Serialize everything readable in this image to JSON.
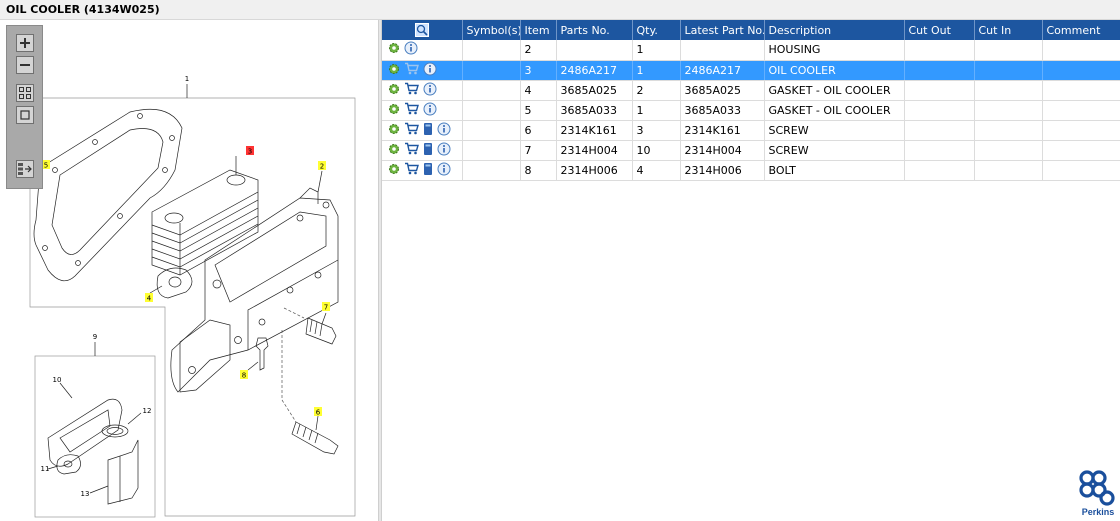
{
  "page": {
    "title": "OIL COOLER (4134W025)"
  },
  "diagram": {
    "callouts": {
      "c1": "1",
      "c2": "2",
      "c3": "3",
      "c4": "4",
      "c5": "5",
      "c6": "6",
      "c7": "7",
      "c8": "8",
      "c9": "9",
      "c10": "10",
      "c11": "11",
      "c12": "12",
      "c13": "13"
    }
  },
  "toolbar": {
    "buttons": [
      "zoom-in-icon",
      "zoom-out-icon",
      "fit-all-icon",
      "actual-size-icon",
      "panel-toggle-icon"
    ]
  },
  "table": {
    "columns": [
      "",
      "Symbol(s)",
      "Item",
      "Parts No.",
      "Qty.",
      "Latest Part No.",
      "Description",
      "Cut Out",
      "Cut In",
      "Comment"
    ],
    "header_icon": "magnifier-icon",
    "rows": [
      {
        "icons": [
          "gear-icon",
          "info-icon"
        ],
        "symbols": "",
        "item": "2",
        "part_no": "",
        "qty": "1",
        "latest_part_no": "",
        "description": "HOUSING",
        "cut_out": "",
        "cut_in": "",
        "comment": "",
        "selected": false
      },
      {
        "icons": [
          "gear-icon",
          "cart-disabled-icon",
          "info-icon"
        ],
        "symbols": "",
        "item": "3",
        "part_no": "2486A217",
        "qty": "1",
        "latest_part_no": "2486A217",
        "description": "OIL COOLER",
        "cut_out": "",
        "cut_in": "",
        "comment": "",
        "selected": true
      },
      {
        "icons": [
          "gear-icon",
          "cart-icon",
          "info-icon"
        ],
        "symbols": "",
        "item": "4",
        "part_no": "3685A025",
        "qty": "2",
        "latest_part_no": "3685A025",
        "description": "GASKET - OIL COOLER",
        "cut_out": "",
        "cut_in": "",
        "comment": "",
        "selected": false
      },
      {
        "icons": [
          "gear-icon",
          "cart-icon",
          "info-icon"
        ],
        "symbols": "",
        "item": "5",
        "part_no": "3685A033",
        "qty": "1",
        "latest_part_no": "3685A033",
        "description": "GASKET - OIL COOLER",
        "cut_out": "",
        "cut_in": "",
        "comment": "",
        "selected": false
      },
      {
        "icons": [
          "gear-icon",
          "cart-icon",
          "book-icon",
          "info-icon"
        ],
        "symbols": "",
        "item": "6",
        "part_no": "2314K161",
        "qty": "3",
        "latest_part_no": "2314K161",
        "description": "SCREW",
        "cut_out": "",
        "cut_in": "",
        "comment": "",
        "selected": false
      },
      {
        "icons": [
          "gear-icon",
          "cart-icon",
          "book-icon",
          "info-icon"
        ],
        "symbols": "",
        "item": "7",
        "part_no": "2314H004",
        "qty": "10",
        "latest_part_no": "2314H004",
        "description": "SCREW",
        "cut_out": "",
        "cut_in": "",
        "comment": "",
        "selected": false
      },
      {
        "icons": [
          "gear-icon",
          "cart-icon",
          "book-icon",
          "info-icon"
        ],
        "symbols": "",
        "item": "8",
        "part_no": "2314H006",
        "qty": "4",
        "latest_part_no": "2314H006",
        "description": "BOLT",
        "cut_out": "",
        "cut_in": "",
        "comment": "",
        "selected": false
      }
    ]
  },
  "logo": {
    "text": "Perkins",
    "color": "#1a4f9c"
  },
  "colors": {
    "header": "#1d56a0",
    "selected_row": "#3399ff",
    "callout_yellow": "#ffff33",
    "callout_red": "#ff3333"
  }
}
